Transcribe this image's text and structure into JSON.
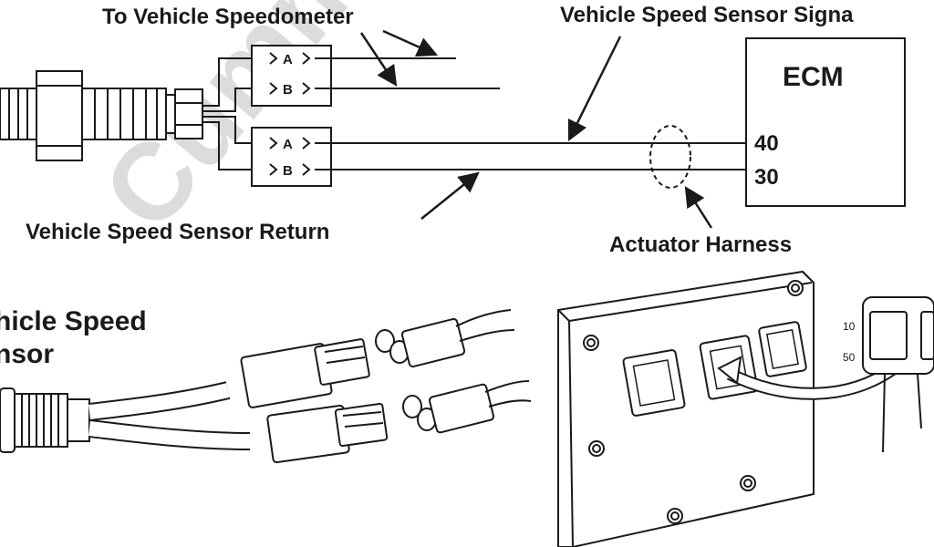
{
  "labels": {
    "to_speedometer": "To Vehicle Speedometer",
    "vss_signal": "Vehicle Speed Sensor Signa",
    "vss_return": "Vehicle Speed Sensor Return",
    "actuator_harness": "Actuator Harness",
    "sensor_line1": "hicle Speed",
    "sensor_line2": "nsor"
  },
  "ecm": {
    "title": "ECM",
    "pins": [
      "40",
      "30"
    ]
  },
  "connectors": {
    "upper": {
      "pins": [
        "A",
        "B"
      ]
    },
    "lower": {
      "pins": [
        "A",
        "B"
      ]
    }
  },
  "ecm_connector_pins": {
    "top": "10",
    "bottom": "50"
  },
  "watermark": "Cummins",
  "colors": {
    "ink": "#1a1a1a",
    "paper": "#ffffff",
    "watermark": "#dcdcdc"
  }
}
